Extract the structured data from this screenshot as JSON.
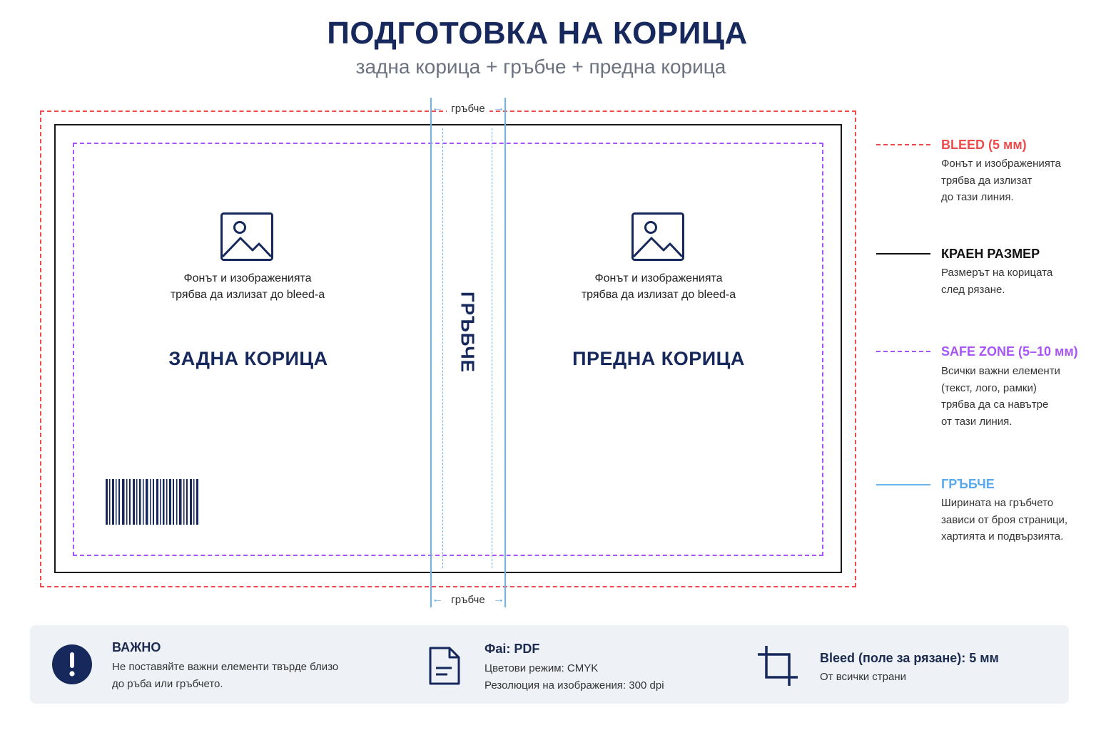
{
  "header": {
    "title": "ПОДГОТОВКА НА КОРИЦА",
    "subtitle": "задна корица + гръбче + предна корица"
  },
  "spine_dimension": {
    "top_label": "гръбче",
    "bottom_label": "гръбче"
  },
  "back_cover": {
    "icon": "image-placeholder-icon",
    "note_line1": "Фонът и изображенията",
    "note_line2": "трябва да излизат до bleed-a",
    "title": "ЗАДНА КОРИЦА",
    "barcode": "barcode-icon"
  },
  "spine": {
    "title": "ГРЪБЧЕ"
  },
  "front_cover": {
    "icon": "image-placeholder-icon",
    "note_line1": "Фонът и изображенията",
    "note_line2": "трябва да излизат до bleed-a",
    "title": "ПРЕДНА КОРИЦА"
  },
  "legend": [
    {
      "title": "BLEED (5 мм)",
      "lines": [
        "Фонът и изображенията",
        "трябва да излизат",
        "до тази линия."
      ],
      "color": "#ef4b4b",
      "line_style": "dashed"
    },
    {
      "title": "КРАЕН РАЗМЕР",
      "lines": [
        "Размерът на корицата",
        "след рязане."
      ],
      "color": "#111111",
      "line_style": "solid"
    },
    {
      "title": "SAFE ZONE (5–10 мм)",
      "lines": [
        "Всички важни елементи",
        "(текст, лого, рамки)",
        "трябва да са навътре",
        "от тази линия."
      ],
      "color": "#a855f7",
      "line_style": "dashed"
    },
    {
      "title": "ГРЪБЧЕ",
      "lines": [
        "Ширината на гръбчето",
        "зависи от броя страници,",
        "хартията и подвързията."
      ],
      "color": "#5aa9ee",
      "line_style": "solid"
    }
  ],
  "info_bar": {
    "important": {
      "icon": "exclamation-circle-icon",
      "title": "ВАЖНО",
      "line1": "Не поставяйте важни елементи твърде близо",
      "line2": "до ръба или гръбчето."
    },
    "file": {
      "icon": "document-icon",
      "title": "Фаі: PDF",
      "line1": "Цветови режим: CMYK",
      "line2": "Резолюция на изображения: 300 dpi"
    },
    "bleed": {
      "icon": "crop-icon",
      "title": "Bleed (поле за рязане): 5 мм",
      "line1": "От всички страни"
    }
  }
}
